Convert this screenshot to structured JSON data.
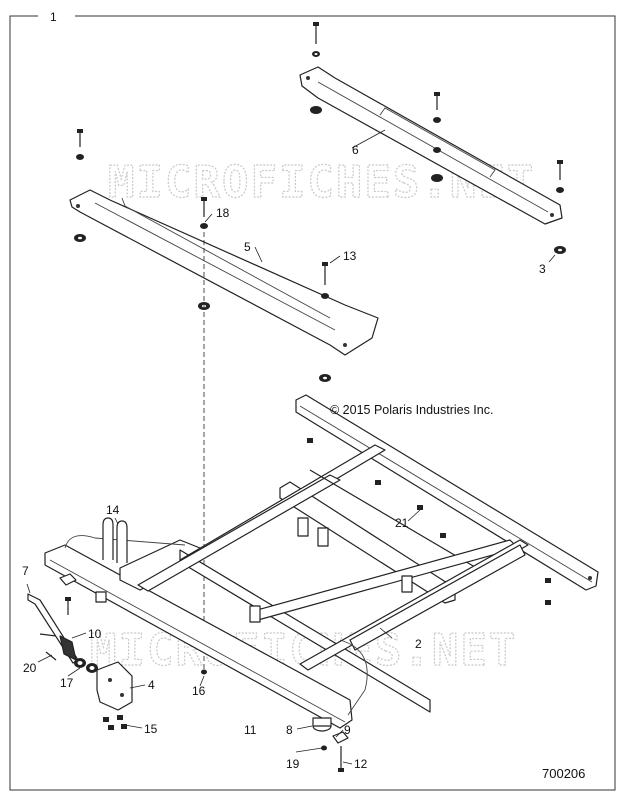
{
  "diagram": {
    "group_number": "1",
    "copyright": "© 2015 Polaris Industries Inc.",
    "drawing_number": "700206",
    "watermark": "MICROFICHES.NET",
    "callouts": {
      "c2": "2",
      "c3": "3",
      "c4": "4",
      "c5": "5",
      "c6": "6",
      "c7": "7",
      "c8": "8",
      "c9": "9",
      "c10": "10",
      "c11": "11",
      "c12": "12",
      "c13": "13",
      "c14": "14",
      "c15": "15",
      "c16": "16",
      "c17": "17",
      "c18": "18",
      "c19": "19",
      "c20": "20",
      "c21": "21"
    }
  }
}
